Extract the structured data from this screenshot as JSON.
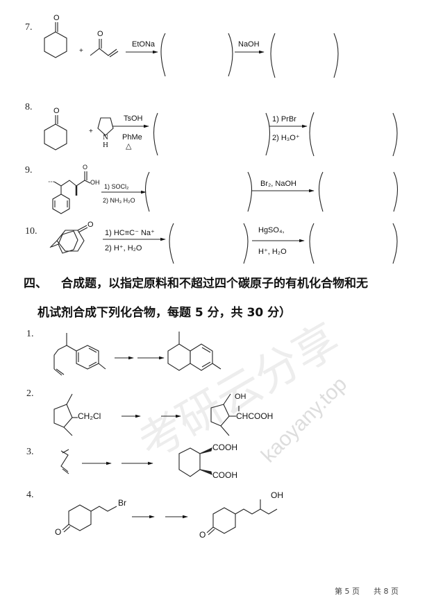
{
  "reactions": [
    {
      "number": "7.",
      "plus": "+",
      "reagent1_top": "EtONa",
      "reagent1_bottom": "",
      "reagent2_top": "NaOH",
      "reagent2_bottom": ""
    },
    {
      "number": "8.",
      "plus": "+",
      "amine_label": "N",
      "amine_h": "H",
      "reagent1_top": "TsOH",
      "reagent1_bottom": "PhMe",
      "reagent1_heat": "△",
      "reagent2_top": "1) PrBr",
      "reagent2_bottom": "2) H₃O⁺"
    },
    {
      "number": "9.",
      "acid_label": "OH",
      "acid_o": "O",
      "reagent1_top": "1) SOCl₂",
      "reagent1_bottom": "2) NH₃ H₂O",
      "reagent2_top": "Br₂, NaOH",
      "reagent2_bottom": ""
    },
    {
      "number": "10.",
      "ketone_o": "O",
      "reagent1_top": "1) HC≡C⁻ Na⁺",
      "reagent1_bottom": "2) H⁺, H₂O",
      "reagent2_top": "HgSO₄,",
      "reagent2_bottom": "H⁺, H₂O"
    }
  ],
  "section": {
    "number": "四、",
    "title_line1": "合成题，以指定原料和不超过四个碳原子的有机化合物和无",
    "title_line2": "机试剂合成下列化合物，每题 5 分，共 30 分）"
  },
  "syntheses": [
    {
      "number": "1."
    },
    {
      "number": "2.",
      "start_label": "CH₂Cl",
      "product_oh": "OH",
      "product_label": "CHCOOH"
    },
    {
      "number": "3.",
      "product_top": "COOH",
      "product_bottom": "COOH"
    },
    {
      "number": "4.",
      "start_label": "Br",
      "start_o": "O",
      "product_oh": "OH",
      "product_o": "O"
    }
  ],
  "watermark": {
    "url": "kaoyany.top",
    "chars": "考研云分享"
  },
  "footer": {
    "page": "第 5 页",
    "total": "共 8 页"
  }
}
